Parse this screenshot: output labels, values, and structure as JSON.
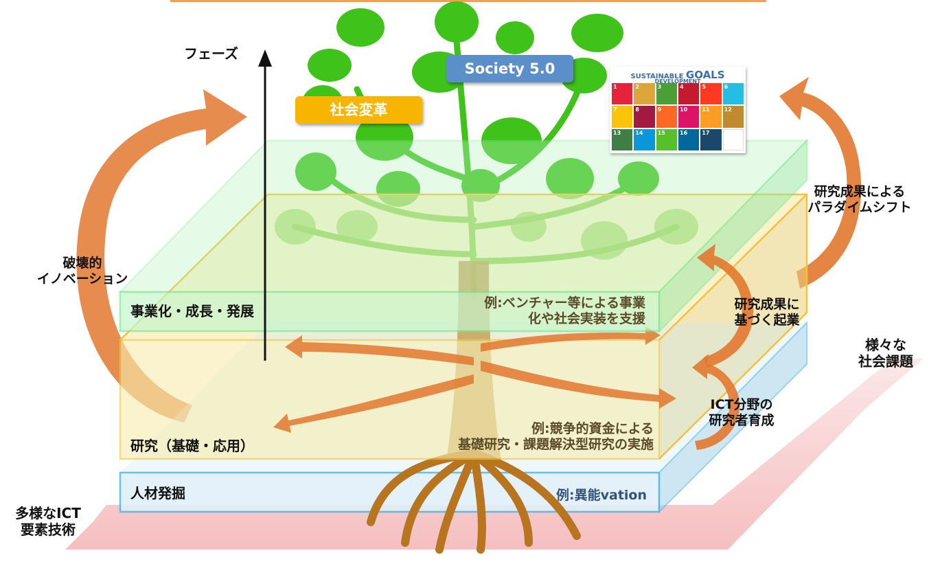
{
  "axis": {
    "label": "フェーズ"
  },
  "badges": {
    "society": "Society 5.0",
    "transform": "社会変革"
  },
  "sdg": {
    "title_top": "SUSTAINABLE",
    "title_bottom": "DEVELOPMENT",
    "title_word": "GOALS",
    "goals": [
      {
        "n": "1",
        "color": "#e5243b"
      },
      {
        "n": "2",
        "color": "#dda63a"
      },
      {
        "n": "3",
        "color": "#4c9f38"
      },
      {
        "n": "4",
        "color": "#c5192d"
      },
      {
        "n": "5",
        "color": "#ff3a21"
      },
      {
        "n": "6",
        "color": "#26bde2"
      },
      {
        "n": "7",
        "color": "#fcc30b"
      },
      {
        "n": "8",
        "color": "#a21942"
      },
      {
        "n": "9",
        "color": "#fd6925"
      },
      {
        "n": "10",
        "color": "#dd1367"
      },
      {
        "n": "11",
        "color": "#fd9d24"
      },
      {
        "n": "12",
        "color": "#bf8b2e"
      },
      {
        "n": "13",
        "color": "#3f7e44"
      },
      {
        "n": "14",
        "color": "#0a97d9"
      },
      {
        "n": "15",
        "color": "#56c02b"
      },
      {
        "n": "16",
        "color": "#00689d"
      },
      {
        "n": "17",
        "color": "#19486a"
      },
      {
        "n": "",
        "color": "#ffffff"
      }
    ]
  },
  "layers": {
    "business": {
      "title": "事業化・成長・発展",
      "example": "例:ベンチャー等による事業\n化や社会実装を支援"
    },
    "research": {
      "title": "研究（基礎・応用）",
      "example": "例:競争的資金による\n基礎研究・課題解決型研究の実施"
    },
    "talent": {
      "title": "人材発掘",
      "example": "例:異能vation"
    }
  },
  "labels": {
    "disruptive": "破壊的\nイノベーション",
    "paradigm": "研究成果による\nパラダイムシフト",
    "startup": "研究成果に\n基づく起業",
    "researchers": "ICT分野の\n研究者育成",
    "social_issues": "様々な\n社会課題",
    "ict_tech": "多様なICT\n要素技術"
  },
  "colors": {
    "green_layer": "#7ee88c",
    "yellow_layer": "#f2d86a",
    "blue_layer": "#4ab8e8",
    "pink_base": "#f5b8b8",
    "leaf": "#3fc21a",
    "trunk": "#c6a25c",
    "root": "#b8751f",
    "arrow": "#e2782f",
    "badge_blue": "#5b8fc9",
    "badge_orange": "#f7b500",
    "top_line": "#f0a050"
  }
}
